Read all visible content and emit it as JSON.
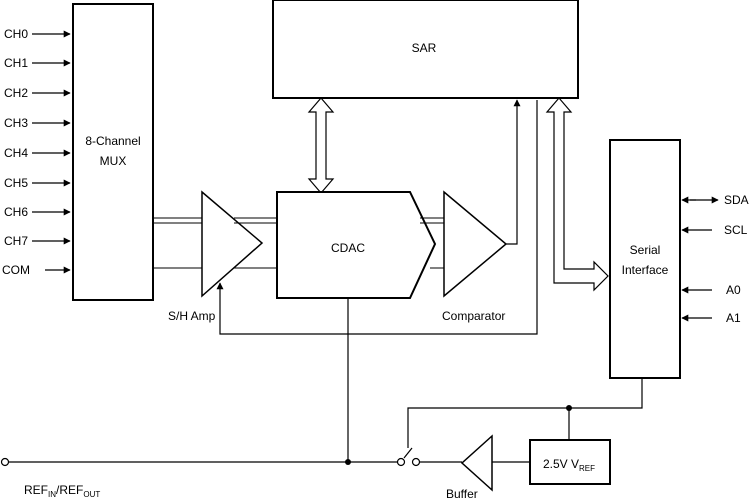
{
  "inputs": [
    "CH0",
    "CH1",
    "CH2",
    "CH3",
    "CH4",
    "CH5",
    "CH6",
    "CH7",
    "COM"
  ],
  "mux": {
    "line1": "8-Channel",
    "line2": "MUX"
  },
  "sar": "SAR",
  "cdac": "CDAC",
  "sh_amp": "S/H Amp",
  "comparator": "Comparator",
  "serial": {
    "line1": "Serial",
    "line2": "Interface"
  },
  "serial_pins": [
    "SDA",
    "SCL",
    "A0",
    "A1"
  ],
  "vref": {
    "main": "2.5V V",
    "sub": "REF"
  },
  "buffer": "Buffer",
  "ref_pin": {
    "a": "REF",
    "a_sub": "IN",
    "b": "/REF",
    "b_sub": "OUT"
  }
}
